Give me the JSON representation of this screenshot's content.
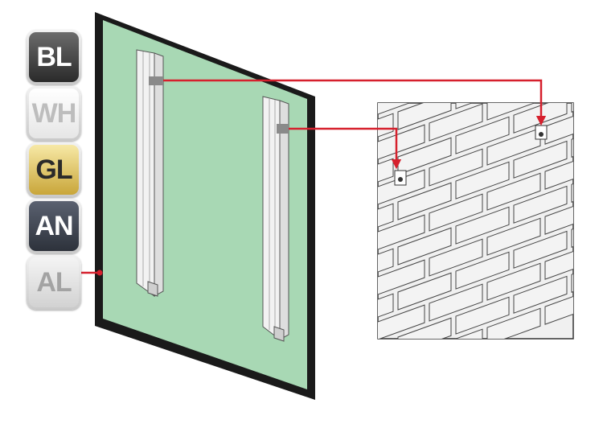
{
  "finish_swatches": [
    {
      "code": "BL"
    },
    {
      "code": "WH"
    },
    {
      "code": "GL"
    },
    {
      "code": "AN"
    },
    {
      "code": "AL"
    }
  ],
  "colors": {
    "glass_panel": "#a8d8b4",
    "panel_frame": "#1a1a1a",
    "rail": "#f2f2f2",
    "bracket": "#8a8a8a",
    "wall": "#f0f0f0",
    "connector": "#d6202d"
  },
  "icons": [
    "hanging-rail-icon",
    "wall-clip-icon",
    "arrow-icon"
  ]
}
